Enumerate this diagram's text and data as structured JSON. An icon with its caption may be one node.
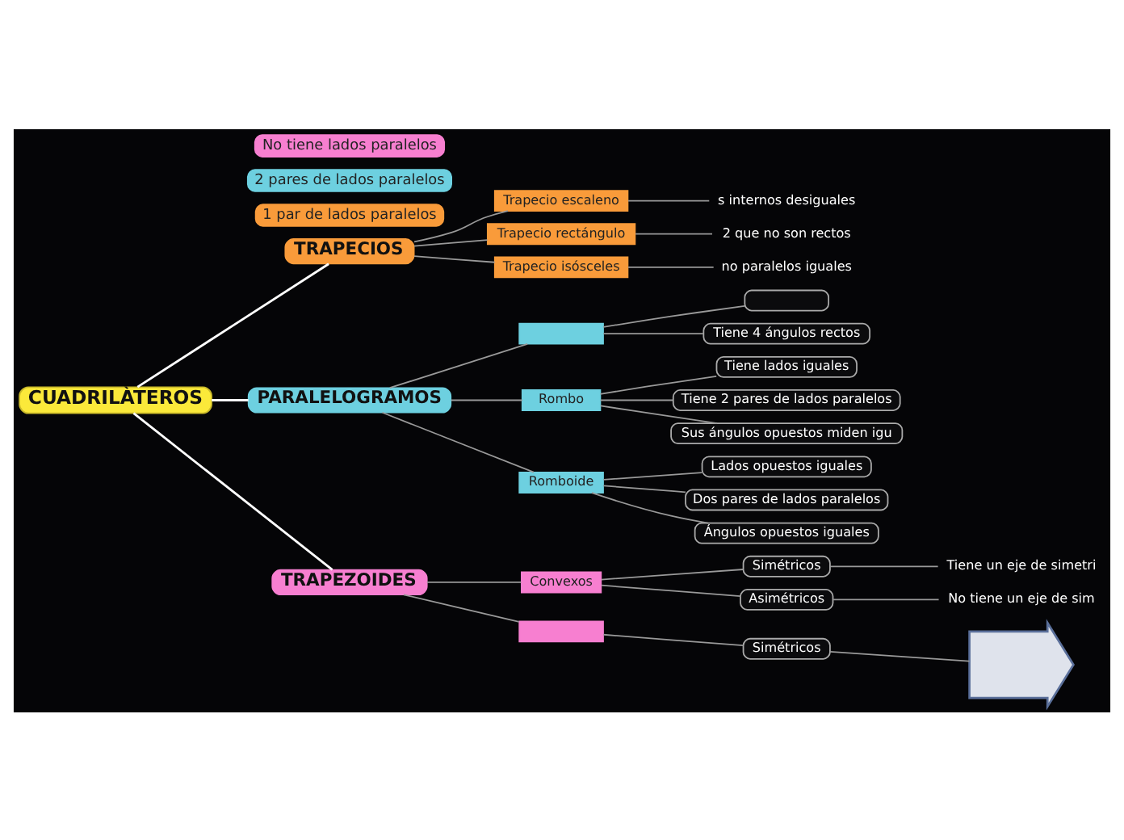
{
  "diagram": {
    "nodes": [
      {
        "text": [
          "CUADRILÀTEROS"
        ]
      },
      {
        "text": [
          "TRAPECIOS"
        ]
      },
      {
        "text": [
          "1 par de lados paralelos"
        ]
      },
      {
        "text": [
          "Trapecio escaleno"
        ]
      },
      {
        "text": [
          "s internos desiguales"
        ]
      },
      {
        "text": [
          "Trapecio rectángulo"
        ]
      },
      {
        "text": [
          "2 que no son rectos"
        ]
      },
      {
        "text": [
          "Trapecio isósceles"
        ]
      },
      {
        "text": [
          "no paralelos iguales"
        ]
      },
      {
        "text": [
          "PARALELOGRAMOS"
        ]
      },
      {
        "text": [
          "2 pares de lados paralelos"
        ]
      },
      {
        "text": [],
        "shape": "box"
      },
      {
        "text": [],
        "shape": "box"
      },
      {
        "text": [
          "Tiene 4 ángulos rectos"
        ]
      },
      {
        "text": [
          "Rombo"
        ]
      },
      {
        "text": [
          "Tiene lados iguales"
        ]
      },
      {
        "text": [
          "Tiene 2 pares de lados paralelos"
        ]
      },
      {
        "text": [
          "Sus ángulos opuestos miden igu"
        ]
      },
      {
        "text": [
          "Romboide"
        ]
      },
      {
        "text": [
          "Lados opuestos iguales"
        ]
      },
      {
        "text": [
          "Dos pares de lados paralelos"
        ]
      },
      {
        "text": [
          "Ángulos opuestos iguales"
        ]
      },
      {
        "text": [
          "TRAPEZOIDES"
        ]
      },
      {
        "text": [
          "No tiene lados paralelos"
        ]
      },
      {
        "text": [
          "Convexos"
        ]
      },
      {
        "text": [
          "Simétricos"
        ]
      },
      {
        "text": [
          "Tiene un eje de simetri"
        ]
      },
      {
        "text": [
          "Asimétricos"
        ]
      },
      {
        "text": [
          "No tiene un eje de sim"
        ]
      },
      {
        "text": [],
        "shape": "box"
      },
      {
        "text": [
          "Simétricos"
        ]
      },
      {
        "text": [],
        "shape": "picture"
      }
    ],
    "edges": [
      {
        "from": 0,
        "to": 1,
        "arrow": "none",
        "color": "#ffffff"
      },
      {
        "from": 1,
        "to": 3,
        "arrow": "none"
      },
      {
        "from": 3,
        "to": 4,
        "arrow": "none"
      },
      {
        "from": 1,
        "to": 5,
        "arrow": "none"
      },
      {
        "from": 5,
        "to": 6,
        "arrow": "none"
      },
      {
        "from": 1,
        "to": 7,
        "arrow": "none"
      },
      {
        "from": 7,
        "to": 8,
        "arrow": "none"
      },
      {
        "from": 0,
        "to": 9,
        "arrow": "none",
        "color": "#ffffff"
      },
      {
        "from": 9,
        "to": 11,
        "arrow": "none"
      },
      {
        "from": 11,
        "to": 12,
        "arrow": "none"
      },
      {
        "from": 11,
        "to": 13,
        "arrow": "none"
      },
      {
        "from": 9,
        "to": 14,
        "arrow": "none"
      },
      {
        "from": 14,
        "to": 15,
        "arrow": "none"
      },
      {
        "from": 14,
        "to": 16,
        "arrow": "none"
      },
      {
        "from": 14,
        "to": 17,
        "arrow": "none"
      },
      {
        "from": 9,
        "to": 18,
        "arrow": "none"
      },
      {
        "from": 18,
        "to": 19,
        "arrow": "none"
      },
      {
        "from": 18,
        "to": 20,
        "arrow": "none"
      },
      {
        "from": 18,
        "to": 21,
        "arrow": "none"
      },
      {
        "from": 0,
        "to": 22,
        "arrow": "none",
        "color": "#ffffff"
      },
      {
        "from": 22,
        "to": 24,
        "arrow": "none"
      },
      {
        "from": 24,
        "to": 25,
        "arrow": "none"
      },
      {
        "from": 25,
        "to": 26,
        "arrow": "none"
      },
      {
        "from": 24,
        "to": 27,
        "arrow": "none"
      },
      {
        "from": 27,
        "to": 28,
        "arrow": "none"
      },
      {
        "from": 22,
        "to": 29,
        "arrow": "none"
      },
      {
        "from": 29,
        "to": 30,
        "arrow": "none"
      },
      {
        "from": 30,
        "to": 31,
        "arrow": "none"
      }
    ]
  }
}
